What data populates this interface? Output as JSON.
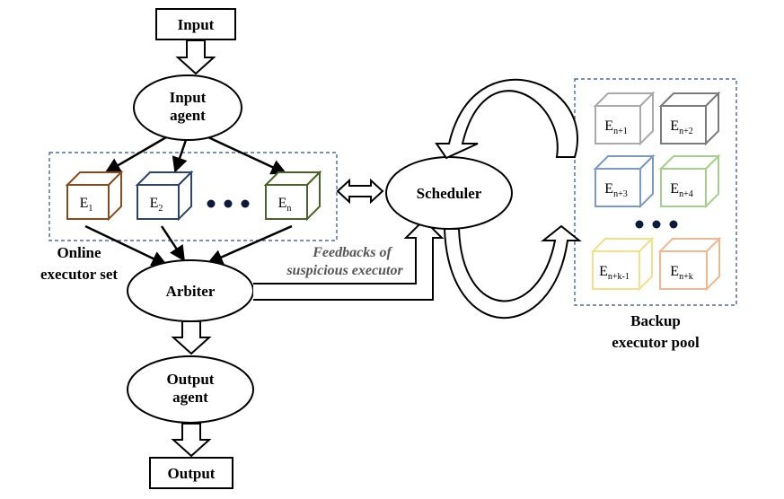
{
  "nodes": {
    "input": "Input",
    "input_agent": [
      "Input",
      "agent"
    ],
    "scheduler": "Scheduler",
    "arbiter": "Arbiter",
    "output_agent": [
      "Output",
      "agent"
    ],
    "output": "Output"
  },
  "groups": {
    "online": [
      "Online",
      "executor set"
    ],
    "backup": [
      "Backup",
      "executor pool"
    ]
  },
  "feedback": [
    "Feedbacks of",
    "suspicious executor"
  ],
  "online_executors": [
    {
      "base": "E",
      "sub": "1",
      "color": "#8a4b1c"
    },
    {
      "base": "E",
      "sub": "2",
      "color": "#2e4468"
    },
    {
      "base": "E",
      "sub": "n",
      "color": "#4a6428"
    }
  ],
  "backup_executors": [
    {
      "base": "E",
      "sub": "n+1",
      "color": "#a9a9a9"
    },
    {
      "base": "E",
      "sub": "n+2",
      "color": "#7b7b7b"
    },
    {
      "base": "E",
      "sub": "n+3",
      "color": "#7a98c8"
    },
    {
      "base": "E",
      "sub": "n+4",
      "color": "#a6cf8c"
    },
    {
      "base": "E",
      "sub": "n+k-1",
      "color": "#f3e08a"
    },
    {
      "base": "E",
      "sub": "n+k",
      "color": "#f0b890"
    }
  ],
  "ellipsis_icon": "three-dots",
  "colors": {
    "stroke": "#000000",
    "dashed_border": "#2f4f7f",
    "feedback_text": "#555555"
  }
}
